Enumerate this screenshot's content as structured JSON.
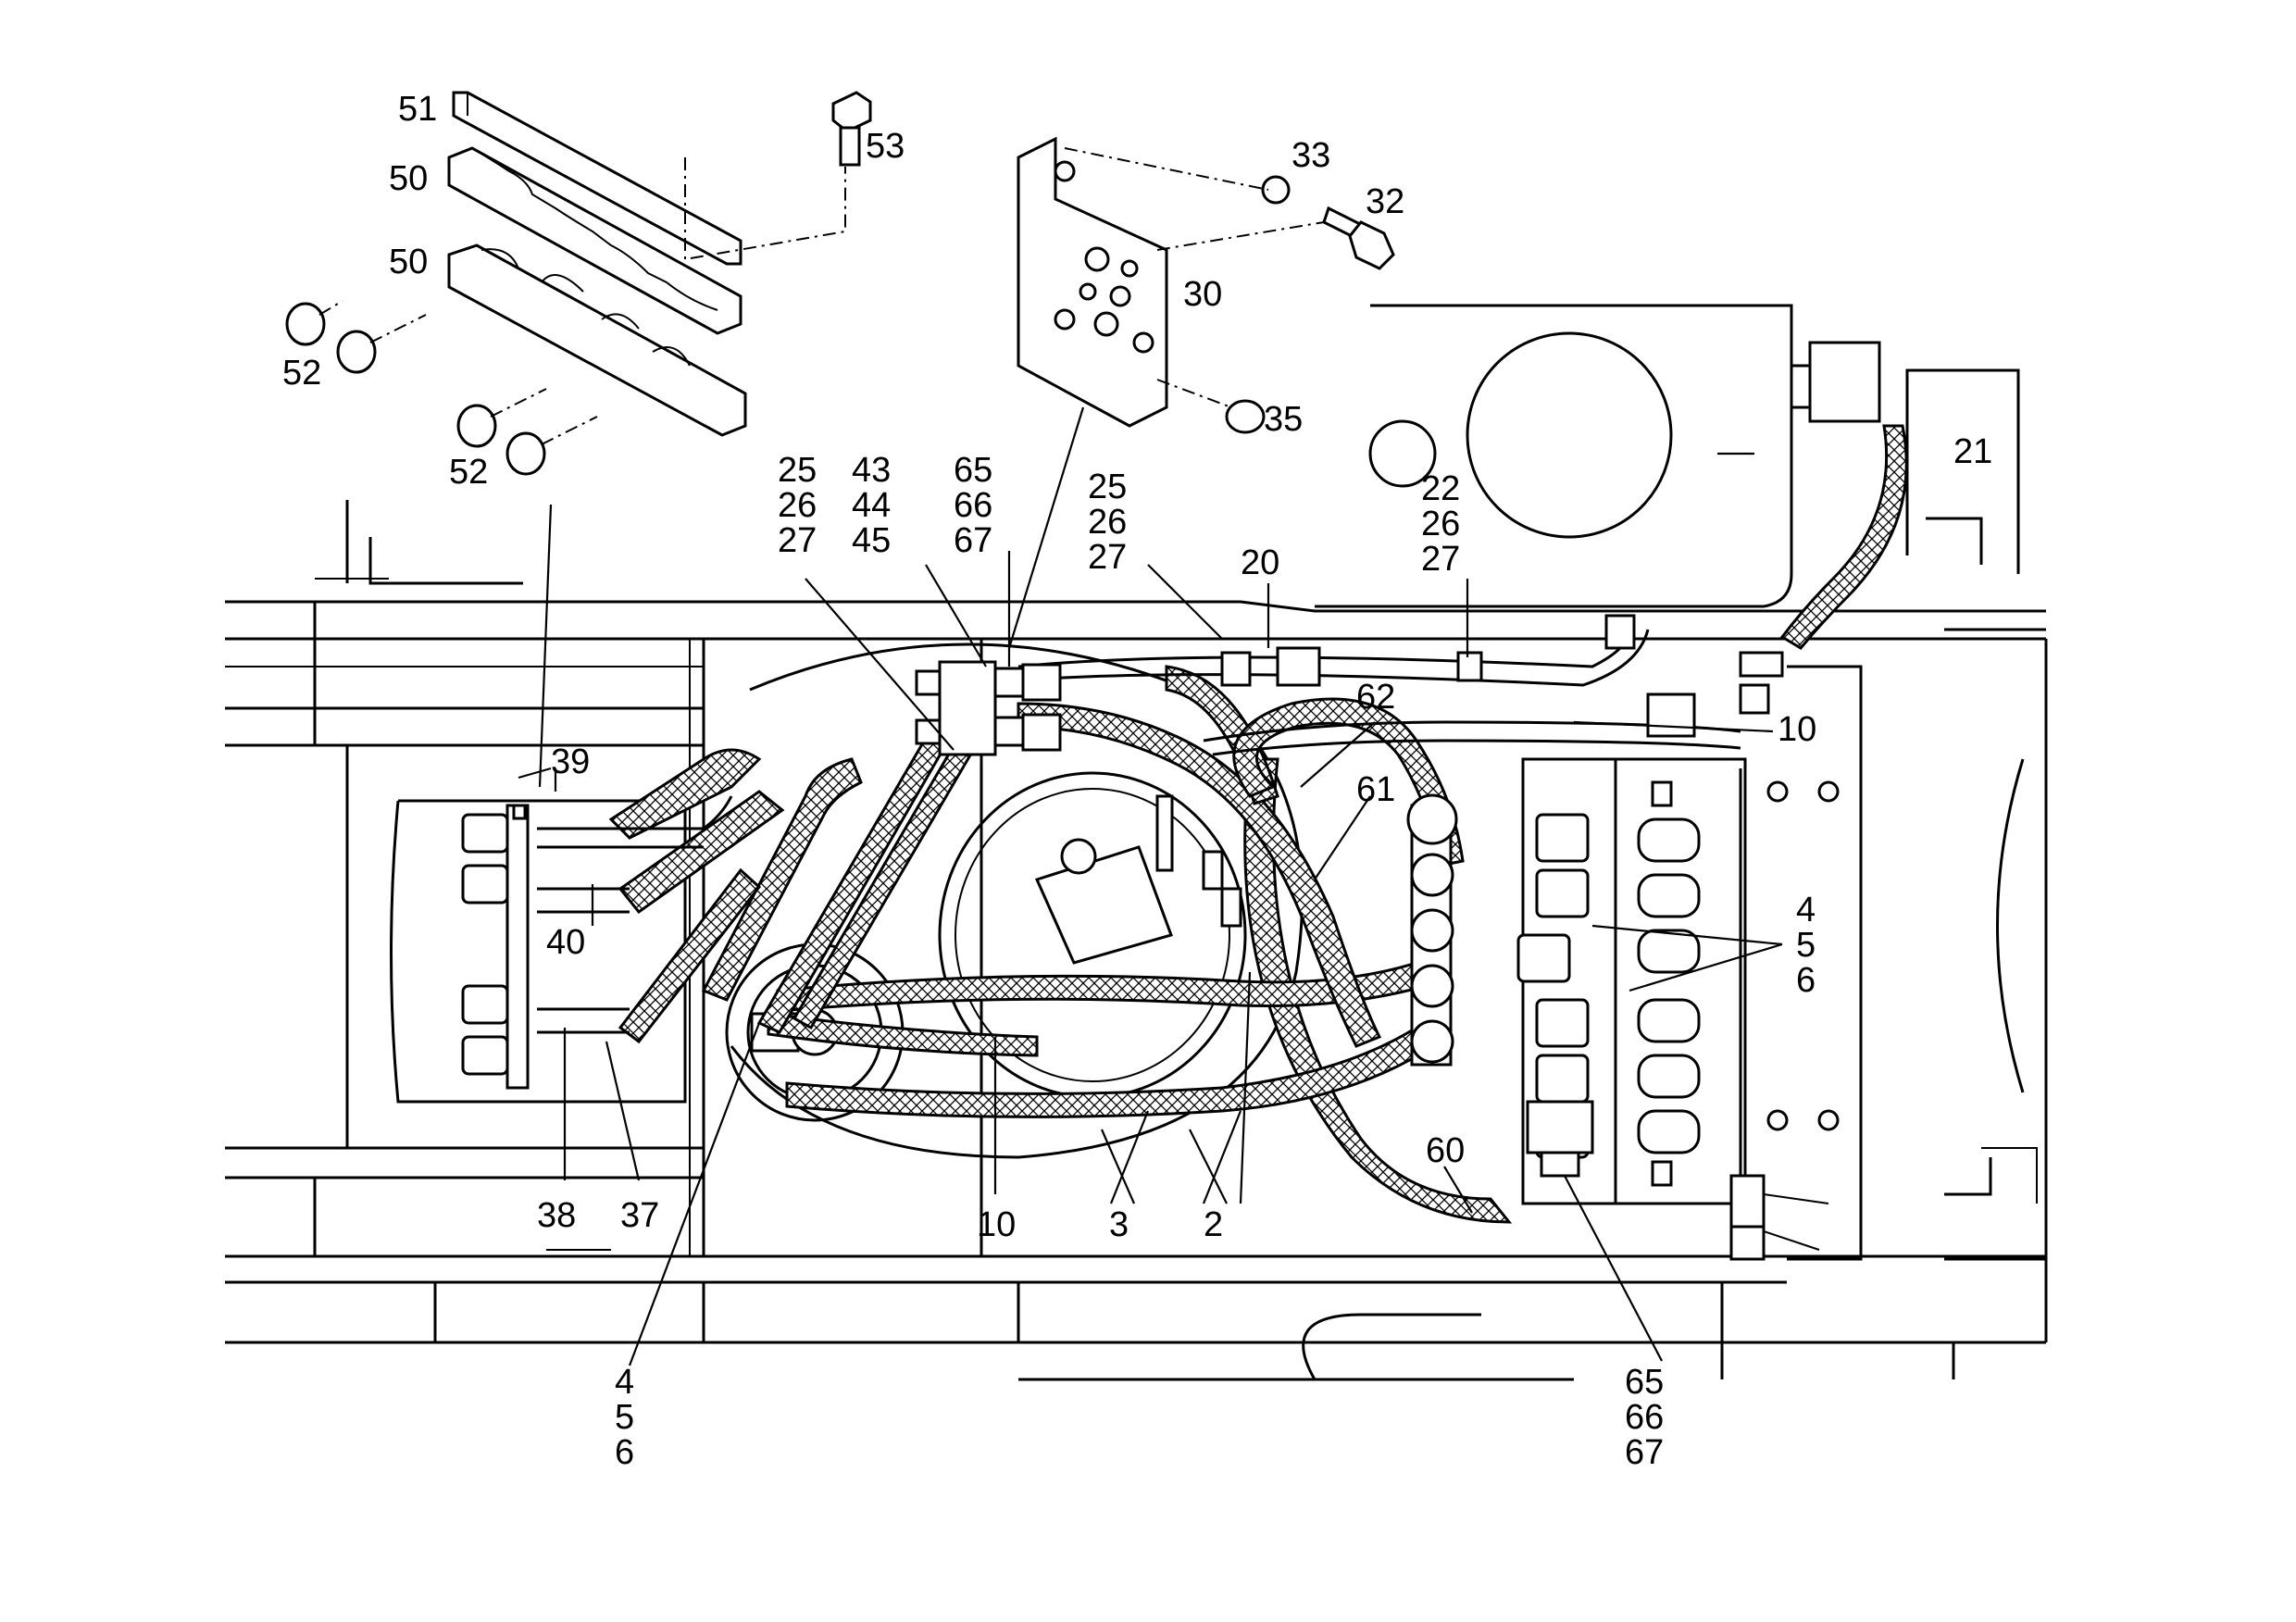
{
  "callouts": {
    "c51": "51",
    "c50a": "50",
    "c50b": "50",
    "c52a": "52",
    "c52b": "52",
    "c53": "53",
    "c33": "33",
    "c32": "32",
    "c30": "30",
    "c35": "35",
    "c21": "21",
    "g1": [
      "25",
      "26",
      "27"
    ],
    "g2": [
      "43",
      "44",
      "45"
    ],
    "g3": [
      "65",
      "66",
      "67"
    ],
    "g4": [
      "25",
      "26",
      "27"
    ],
    "c20": "20",
    "g5": [
      "22",
      "26",
      "27"
    ],
    "c10a": "10",
    "c62": "62",
    "c61": "61",
    "g6": [
      "4",
      "5",
      "6"
    ],
    "c39": "39",
    "c40": "40",
    "c38": "38",
    "c37": "37",
    "c10b": "10",
    "c3": "3",
    "c2": "2",
    "c60": "60",
    "g7": [
      "4",
      "5",
      "6"
    ],
    "g8": [
      "65",
      "66",
      "67"
    ]
  }
}
